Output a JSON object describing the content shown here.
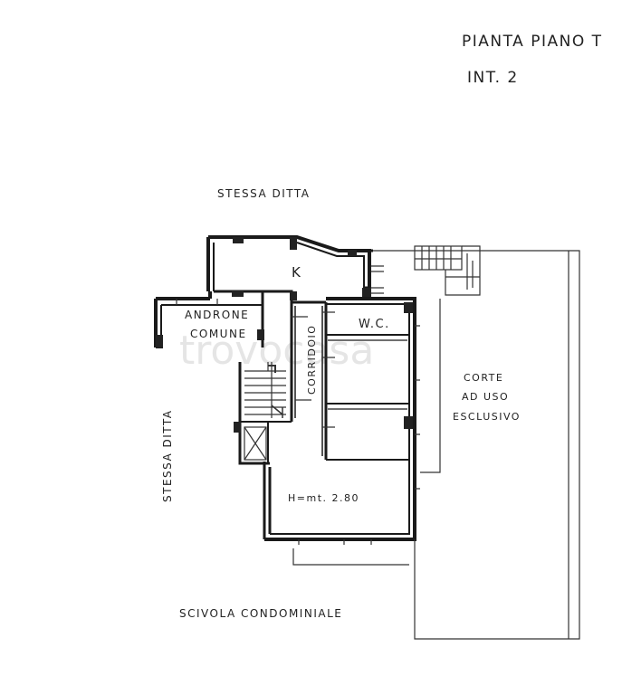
{
  "title": {
    "line1": "PIANTA PIANO T",
    "line2": "INT. 2"
  },
  "labels": {
    "top_neighbor": "STESSA DITTA",
    "left_neighbor": "STESSA DITTA",
    "bottom_area": "SCIVOLA CONDOMINIALE",
    "kitchen": "K",
    "androne_line1": "ANDRONE",
    "androne_line2": "COMUNE",
    "wc": "W.C.",
    "corridoio": "CORRIDOIO",
    "corte_line1": "CORTE",
    "corte_line2": "AD USO",
    "corte_line3": "ESCLUSIVO",
    "height": "H=mt. 2.80"
  },
  "watermark": "trovocasa"
}
